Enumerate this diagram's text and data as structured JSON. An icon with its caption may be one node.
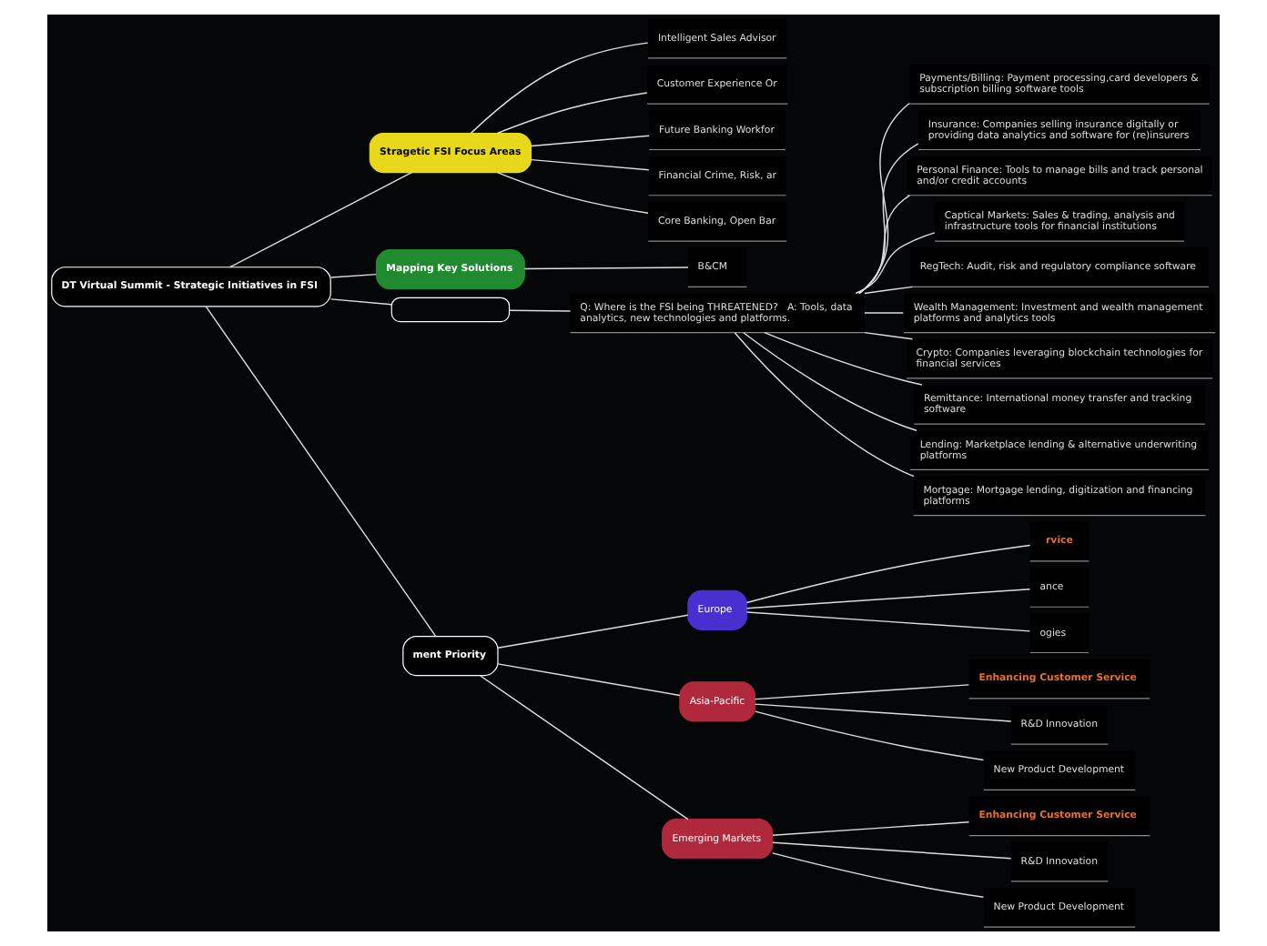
{
  "diagram": {
    "nodes": [
      {
        "text": [
          "DT Virtual Summit - Strategic Initiatives in FSI"
        ]
      },
      {
        "text": [
          "Stragetic FSI Focus Areas"
        ]
      },
      {
        "text": [
          "Intelligent Sales Advisor"
        ]
      },
      {
        "text": [
          "Customer Experience Or"
        ]
      },
      {
        "text": [
          "Future Banking Workfor"
        ]
      },
      {
        "text": [
          "Financial Crime, Risk, ar"
        ]
      },
      {
        "text": [
          "Core Banking, Open Bar"
        ]
      },
      {
        "text": [
          "Mapping Key Solutions"
        ]
      },
      {
        "text": [
          "B&CM"
        ]
      },
      {
        "text": [],
        "shape": "box"
      },
      {
        "text": [
          "Q: Where is the FSI being THREATENED?   A: Tools, data analytics, new technologies and platforms."
        ]
      },
      {
        "text": [
          "Payments/Billing: Payment processing,card developers & subscription billing software tools"
        ]
      },
      {
        "text": [
          "Insurance: Companies selling insurance digitally or providing data analytics and software for (re)insurers"
        ]
      },
      {
        "text": [
          "Personal Finance: Tools to manage bills and track personal and/or credit accounts"
        ]
      },
      {
        "text": [
          "Captical Markets: Sales & trading, analysis and infrastructure tools for financial institutions"
        ]
      },
      {
        "text": [
          "RegTech: Audit, risk and regulatory compliance software"
        ]
      },
      {
        "text": [
          "Wealth Management: Investment and wealth management platforms and analytics tools"
        ]
      },
      {
        "text": [
          "Crypto: Companies leveraging blockchain technologies for financial services"
        ]
      },
      {
        "text": [
          "Remittance: International money transfer and tracking software"
        ]
      },
      {
        "text": [
          "Lending: Marketplace lending & alternative underwriting platforms"
        ]
      },
      {
        "text": [
          "Mortgage: Mortgage lending, digitization and financing platforms"
        ]
      },
      {
        "text": [
          "ment Priority"
        ]
      },
      {
        "text": [
          "Europe"
        ]
      },
      {
        "text": [
          "Asia-Pacific"
        ]
      },
      {
        "text": [
          "Emerging Markets"
        ]
      },
      {
        "text": [
          "rvice"
        ]
      },
      {
        "text": [
          "ance"
        ]
      },
      {
        "text": [
          "ogies"
        ]
      },
      {
        "text": [
          "Enhancing Customer Service"
        ]
      },
      {
        "text": [
          "R&D Innovation"
        ]
      },
      {
        "text": [
          "New Product Development"
        ]
      },
      {
        "text": [
          "Enhancing Customer Service"
        ]
      },
      {
        "text": [
          "R&D Innovation"
        ]
      },
      {
        "text": [
          "New Product Development"
        ]
      }
    ],
    "edges": [
      {
        "from": 0,
        "to": 1,
        "arrow": "none"
      },
      {
        "from": 1,
        "to": 2,
        "arrow": "none"
      },
      {
        "from": 1,
        "to": 3,
        "arrow": "none"
      },
      {
        "from": 1,
        "to": 4,
        "arrow": "none"
      },
      {
        "from": 1,
        "to": 5,
        "arrow": "none"
      },
      {
        "from": 1,
        "to": 6,
        "arrow": "none"
      },
      {
        "from": 0,
        "to": 7,
        "arrow": "none"
      },
      {
        "from": 7,
        "to": 8,
        "arrow": "none"
      },
      {
        "from": 0,
        "to": 9,
        "arrow": "none"
      },
      {
        "from": 9,
        "to": 10,
        "arrow": "none"
      },
      {
        "from": 10,
        "to": 11,
        "arrow": "none"
      },
      {
        "from": 10,
        "to": 12,
        "arrow": "none"
      },
      {
        "from": 10,
        "to": 13,
        "arrow": "none"
      },
      {
        "from": 10,
        "to": 14,
        "arrow": "none"
      },
      {
        "from": 10,
        "to": 15,
        "arrow": "none"
      },
      {
        "from": 10,
        "to": 16,
        "arrow": "none"
      },
      {
        "from": 10,
        "to": 17,
        "arrow": "none"
      },
      {
        "from": 10,
        "to": 18,
        "arrow": "none"
      },
      {
        "from": 10,
        "to": 19,
        "arrow": "none"
      },
      {
        "from": 10,
        "to": 20,
        "arrow": "none"
      },
      {
        "from": 0,
        "to": 21,
        "arrow": "none"
      },
      {
        "from": 21,
        "to": 22,
        "arrow": "none"
      },
      {
        "from": 21,
        "to": 23,
        "arrow": "none"
      },
      {
        "from": 21,
        "to": 24,
        "arrow": "none"
      },
      {
        "from": 22,
        "to": 25,
        "arrow": "none"
      },
      {
        "from": 22,
        "to": 26,
        "arrow": "none"
      },
      {
        "from": 22,
        "to": 27,
        "arrow": "none"
      },
      {
        "from": 23,
        "to": 28,
        "arrow": "none"
      },
      {
        "from": 23,
        "to": 29,
        "arrow": "none"
      },
      {
        "from": 23,
        "to": 30,
        "arrow": "none"
      },
      {
        "from": 24,
        "to": 31,
        "arrow": "none"
      },
      {
        "from": 24,
        "to": 32,
        "arrow": "none"
      },
      {
        "from": 24,
        "to": 33,
        "arrow": "none"
      }
    ]
  }
}
